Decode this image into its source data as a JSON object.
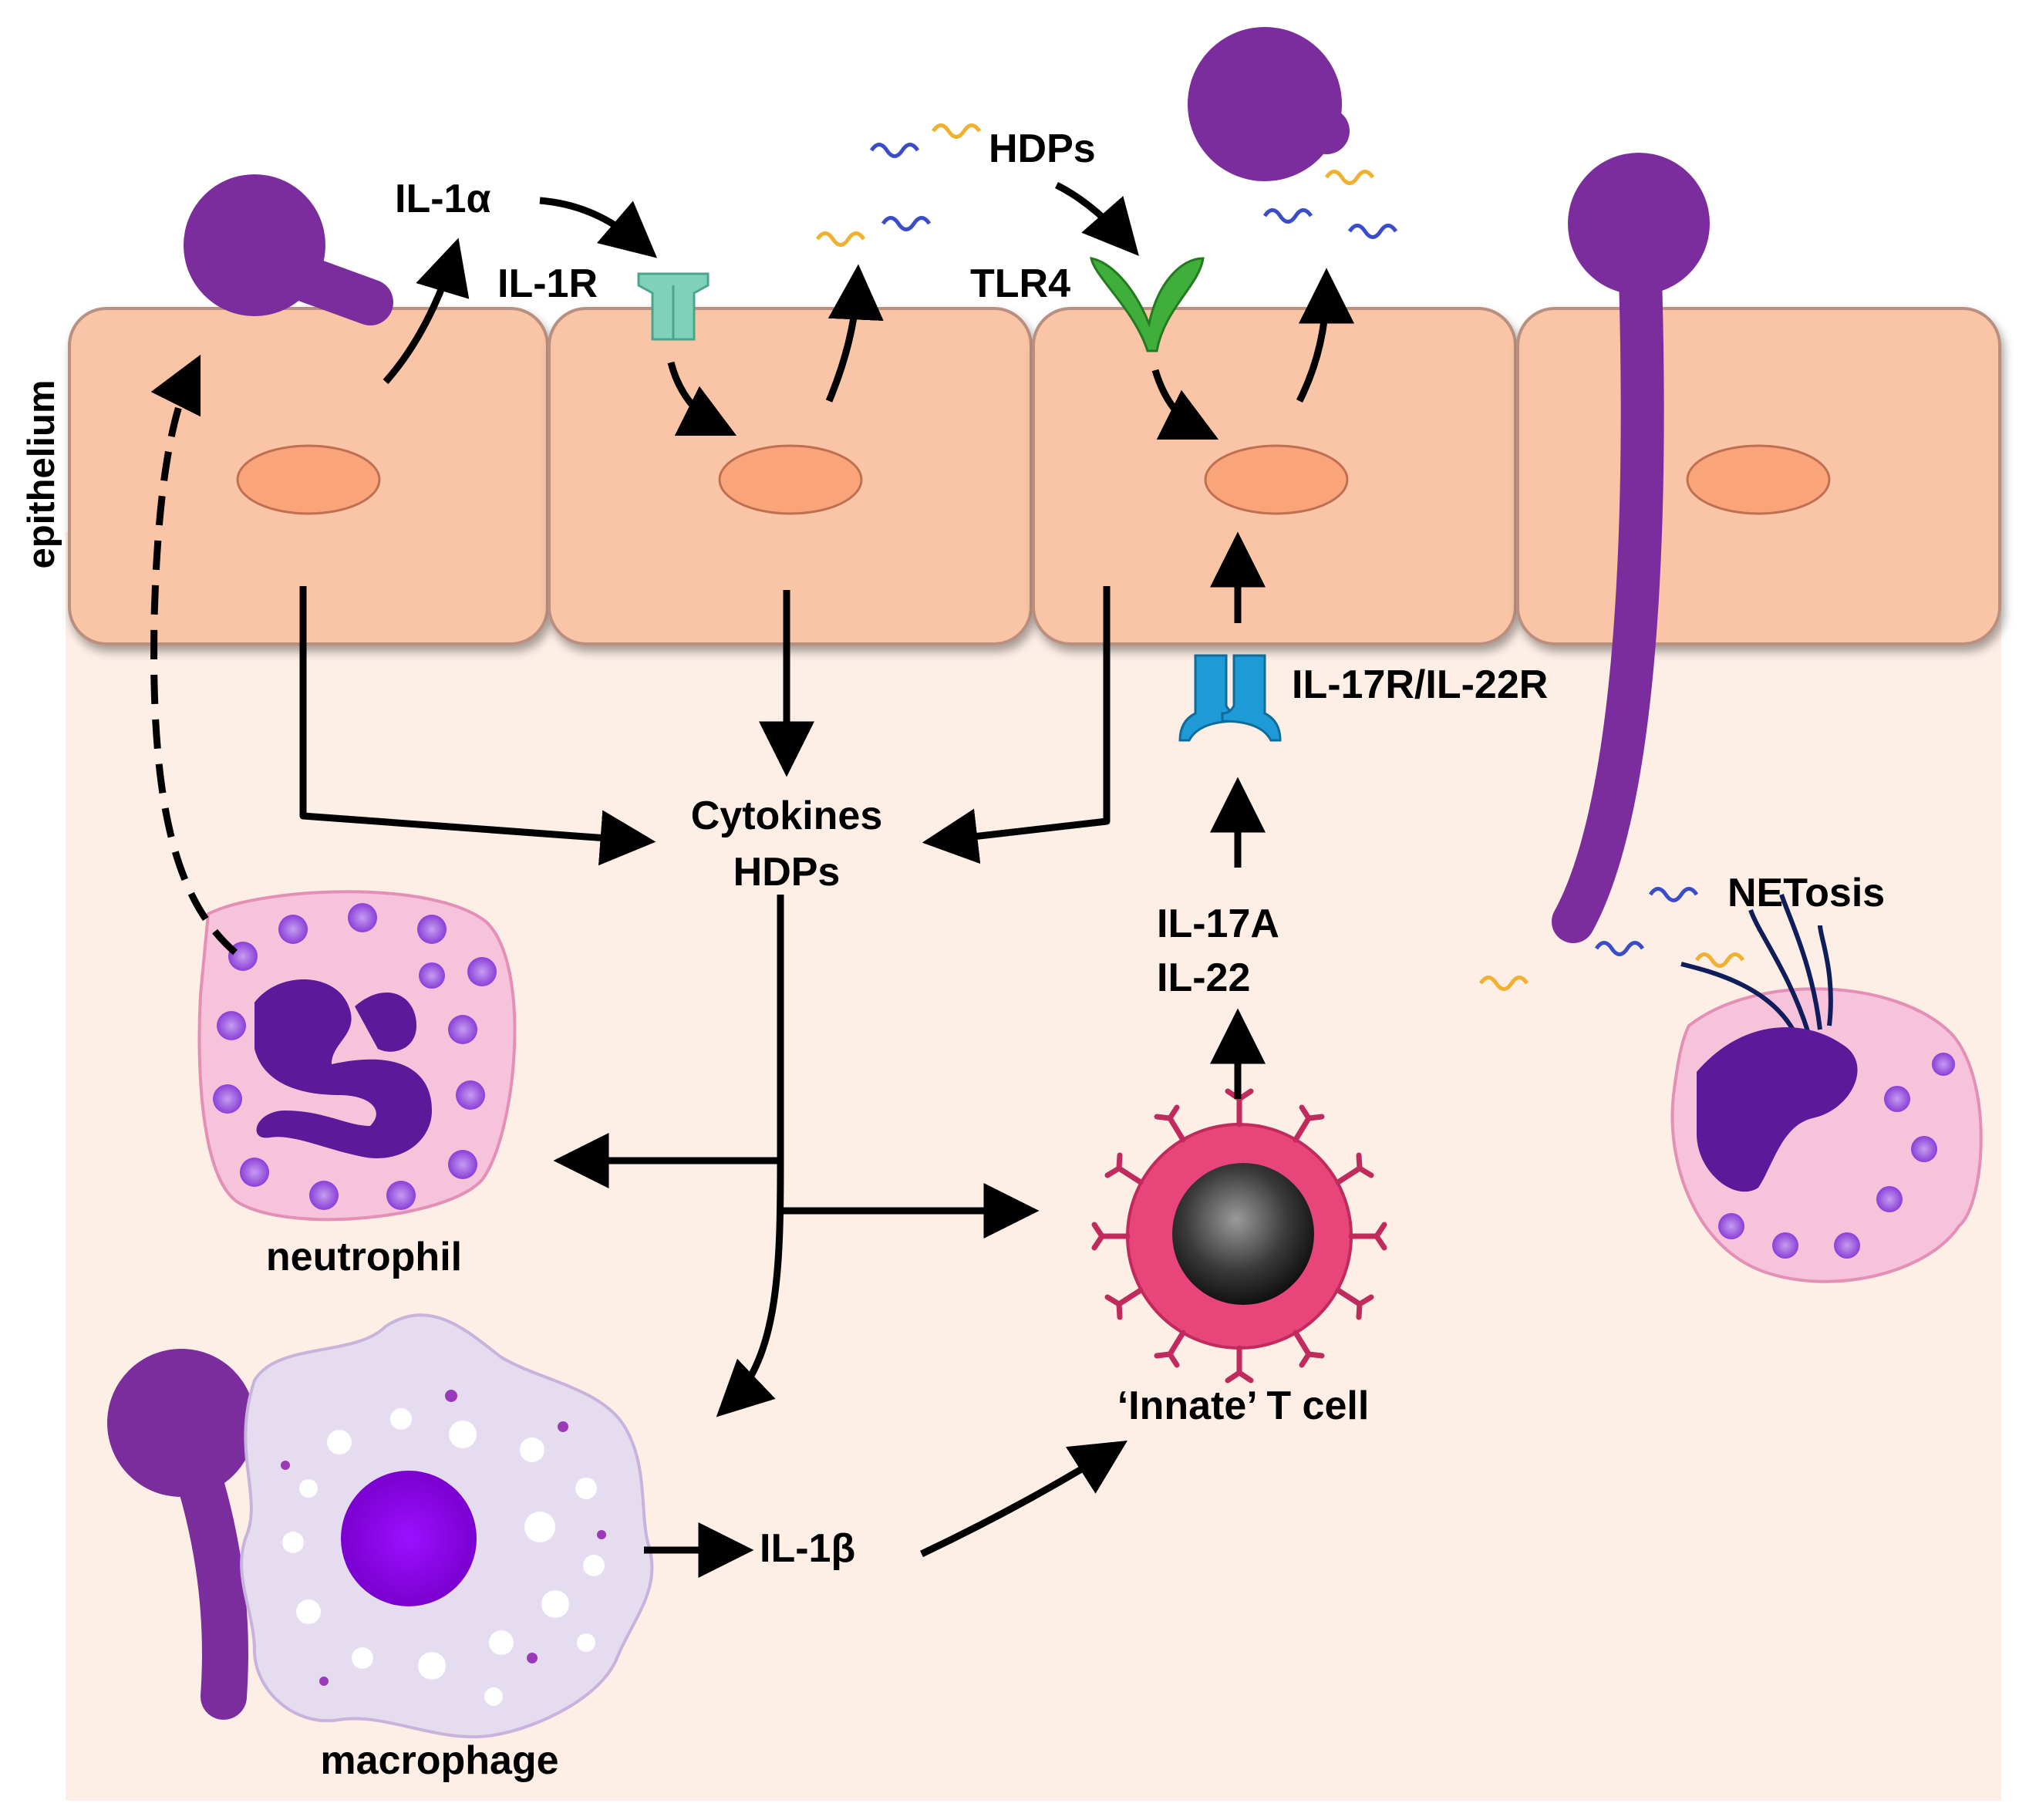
{
  "labels": {
    "epithelium": "epithelium",
    "il1a": "IL-1α",
    "il1r": "IL-1R",
    "hdps_top": "HDPs",
    "tlr4": "TLR4",
    "il17r_il22r": "IL-17R/IL-22R",
    "cytokines": "Cytokines",
    "hdps_center": "HDPs",
    "il17a": "IL-17A",
    "il22": "IL-22",
    "netosis": "NETosis",
    "neutrophil": "neutrophil",
    "innate_t_cell": "‘Innate’ T cell",
    "macrophage": "macrophage",
    "il1b": "IL-1β"
  },
  "colors": {
    "background_tissue": "#fdeee6",
    "epithelial_cell": "#f9c5a6",
    "nucleus": "#f9a47a",
    "fungus": "#7b2d9e",
    "il1r_receptor": "#7fd2b9",
    "tlr4_receptor": "#3fae3a",
    "il17r_receptor": "#1e9ad6",
    "neutrophil_body": "#f6c3da",
    "neutrophil_nucleus": "#5a1a9a",
    "t_cell": "#e8457a",
    "macrophage_body": "#e6dcef",
    "macrophage_nucleus": "#8b00e8",
    "peptide_blue": "#3b4cc8",
    "peptide_yellow": "#f0b030"
  }
}
